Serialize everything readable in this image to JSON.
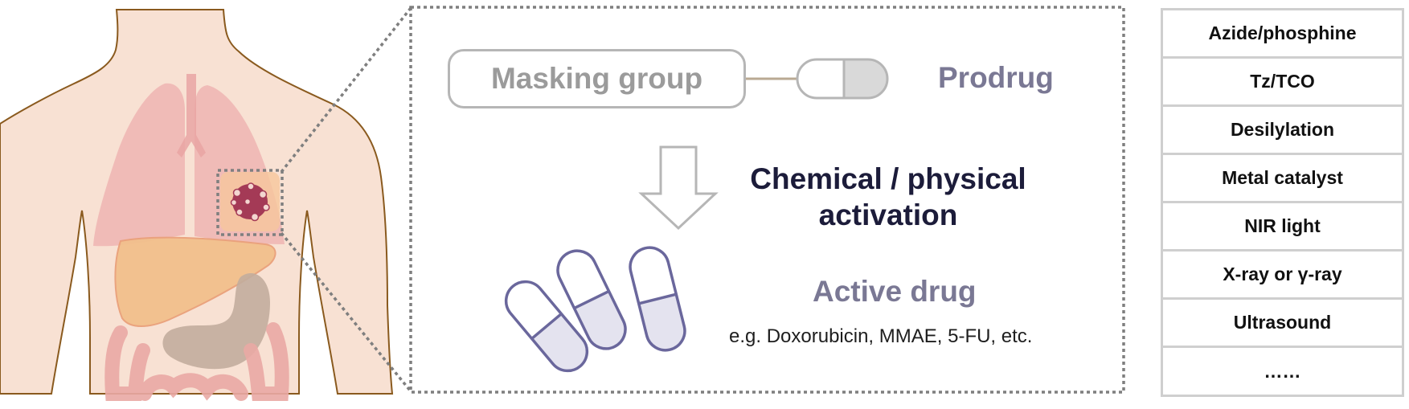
{
  "diagram": {
    "prodrug": {
      "masking_group_label": "Masking group",
      "prodrug_label": "Prodrug"
    },
    "activation_label": "Chemical / physical activation",
    "active_drug": {
      "label": "Active drug",
      "examples": "e.g. Doxorubicin, MMAE, 5-FU, etc."
    },
    "activation_methods": [
      "Azide/phosphine",
      "Tz/TCO",
      "Desilylation",
      "Metal catalyst",
      "NIR light",
      "X-ray or γ-ray",
      "Ultrasound",
      "……"
    ]
  },
  "colors": {
    "skin": "#f8e1d3",
    "body_outline": "#8a5a1e",
    "lung": "#f0b9b5",
    "liver": "#f2c28f",
    "stomach": "#c9b3a4",
    "intestine": "#ecaea8",
    "tumor": "#a63a55",
    "dashed_frame": "#808080",
    "capsule_outline": "#6a679c",
    "capsule_fill": "#e4e3ef",
    "label_purple": "#7a7894",
    "label_dark": "#1c1c3a"
  }
}
